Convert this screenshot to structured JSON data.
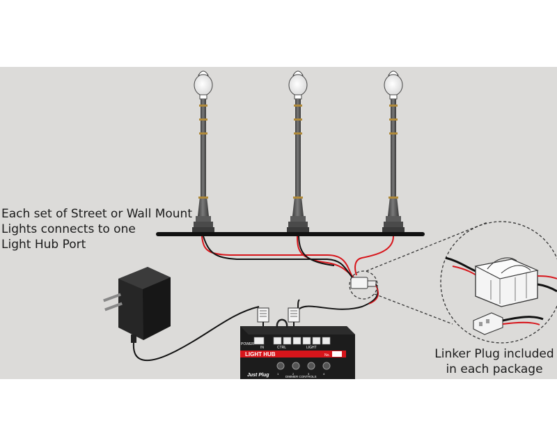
{
  "captions": {
    "hub_port_lines": [
      "Each set of Street or Wall Mount",
      "Lights connects to one",
      "Light Hub Port"
    ],
    "linker_plug_lines": [
      "Linker Plug included",
      "in each package"
    ]
  },
  "hub": {
    "title": "LIGHT HUB",
    "no_label": "No.",
    "power_label": "POWER",
    "in_label": "IN",
    "ctrl_label": "CTRL",
    "light_label": "LIGHT",
    "brand": "Just Plug",
    "dimmer_label": "DIMMER CONTROLS",
    "knob_numbers": [
      "1",
      "2",
      "3",
      "4"
    ]
  },
  "colors": {
    "background": "#dcdbd9",
    "pole": "#5a5a5a",
    "band": "#b08a3a",
    "wire_red": "#d7151b",
    "hub_red": "#d7151b",
    "hub_body": "#1c1c1c"
  },
  "icons": {
    "lamp": "street-lamp-icon",
    "adapter": "power-adapter-icon",
    "hub": "light-hub-icon",
    "plug": "linker-plug-icon"
  }
}
